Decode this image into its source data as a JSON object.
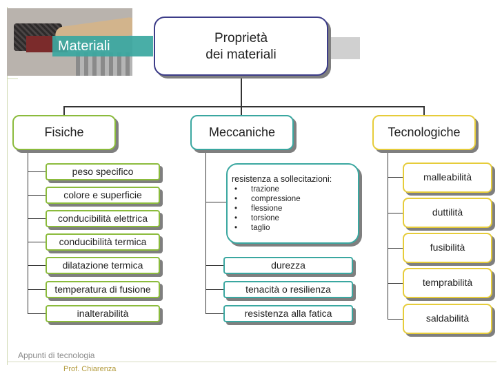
{
  "header": {
    "section_label": "Materiali",
    "title_line1": "Proprietà",
    "title_line2": "dei materiali"
  },
  "categories": {
    "fisiche": {
      "label": "Fisiche",
      "items": [
        "peso specifico",
        "colore e superficie",
        "conducibilità elettrica",
        "conducibilità termica",
        "dilatazione termica",
        "temperatura di fusione",
        "inalterabilità"
      ]
    },
    "meccaniche": {
      "label": "Meccaniche",
      "resistenza_title": "resistenza a sollecitazioni:",
      "resistenza_items": [
        "trazione",
        "compressione",
        "flessione",
        "torsione",
        "taglio"
      ],
      "items": [
        "durezza",
        "tenacità o resilienza",
        "resistenza alla fatica"
      ]
    },
    "tecnologiche": {
      "label": "Tecnologiche",
      "items": [
        "malleabilità",
        "duttilità",
        "fusibilità",
        "temprabilità",
        "saldabilità"
      ]
    }
  },
  "footer": {
    "course": "Appunti di tecnologia",
    "author": "Prof. Chiarenza"
  },
  "colors": {
    "fisiche": "#8bbb3c",
    "meccaniche": "#3aa7a0",
    "tecnologiche": "#e6cc3a",
    "title_border": "#3c3c88"
  }
}
